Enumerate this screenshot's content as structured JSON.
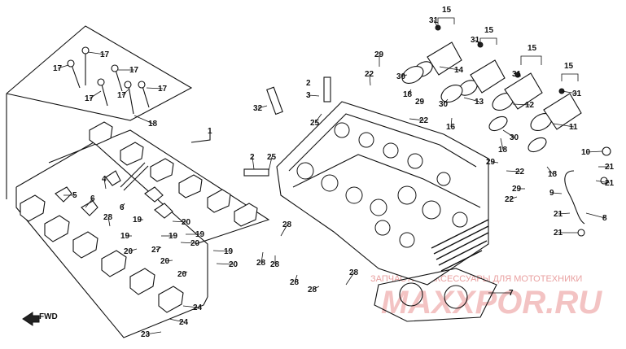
{
  "callouts": [
    {
      "id": "c15a",
      "text": "15"
    },
    {
      "id": "c31a",
      "text": "31"
    },
    {
      "id": "c15b",
      "text": "15"
    },
    {
      "id": "c31b",
      "text": "31"
    },
    {
      "id": "c15c",
      "text": "15"
    },
    {
      "id": "c31c",
      "text": "31"
    },
    {
      "id": "c15d",
      "text": "15"
    },
    {
      "id": "c31d",
      "text": "31"
    },
    {
      "id": "c14",
      "text": "14"
    },
    {
      "id": "c13",
      "text": "13"
    },
    {
      "id": "c12",
      "text": "12"
    },
    {
      "id": "c11",
      "text": "11"
    },
    {
      "id": "c29a",
      "text": "29"
    },
    {
      "id": "c30a",
      "text": "30"
    },
    {
      "id": "c18a",
      "text": "18"
    },
    {
      "id": "c30b",
      "text": "30"
    },
    {
      "id": "c16",
      "text": "16"
    },
    {
      "id": "c29b",
      "text": "29"
    },
    {
      "id": "c30c",
      "text": "30"
    },
    {
      "id": "c18b",
      "text": "18"
    },
    {
      "id": "c22a",
      "text": "22"
    },
    {
      "id": "c22b",
      "text": "22"
    },
    {
      "id": "c22c",
      "text": "22"
    },
    {
      "id": "c22d",
      "text": "22"
    },
    {
      "id": "c29c",
      "text": "29"
    },
    {
      "id": "c29d",
      "text": "29"
    },
    {
      "id": "c18c",
      "text": "18"
    },
    {
      "id": "c2a",
      "text": "2"
    },
    {
      "id": "c3",
      "text": "3"
    },
    {
      "id": "c25a",
      "text": "25"
    },
    {
      "id": "c32",
      "text": "32"
    },
    {
      "id": "c1",
      "text": "1"
    },
    {
      "id": "c17a",
      "text": "17"
    },
    {
      "id": "c17b",
      "text": "17"
    },
    {
      "id": "c17c",
      "text": "17"
    },
    {
      "id": "c17d",
      "text": "17"
    },
    {
      "id": "c17e",
      "text": "17"
    },
    {
      "id": "c17f",
      "text": "17"
    },
    {
      "id": "c18d",
      "text": "18"
    },
    {
      "id": "c2b",
      "text": "2"
    },
    {
      "id": "c25b",
      "text": "25"
    },
    {
      "id": "c4",
      "text": "4"
    },
    {
      "id": "c5",
      "text": "5"
    },
    {
      "id": "c6a",
      "text": "6"
    },
    {
      "id": "c6b",
      "text": "6"
    },
    {
      "id": "c28a",
      "text": "28"
    },
    {
      "id": "c19a",
      "text": "19"
    },
    {
      "id": "c19b",
      "text": "19"
    },
    {
      "id": "c19c",
      "text": "19"
    },
    {
      "id": "c19d",
      "text": "19"
    },
    {
      "id": "c19e",
      "text": "19"
    },
    {
      "id": "c20a",
      "text": "20"
    },
    {
      "id": "c20b",
      "text": "20"
    },
    {
      "id": "c20c",
      "text": "20"
    },
    {
      "id": "c20d",
      "text": "20"
    },
    {
      "id": "c20e",
      "text": "20"
    },
    {
      "id": "c20f",
      "text": "20"
    },
    {
      "id": "c27",
      "text": "27"
    },
    {
      "id": "c28b",
      "text": "28"
    },
    {
      "id": "c28c",
      "text": "28"
    },
    {
      "id": "c28d",
      "text": "28"
    },
    {
      "id": "c28e",
      "text": "28"
    },
    {
      "id": "c28f",
      "text": "28"
    },
    {
      "id": "c28g",
      "text": "28"
    },
    {
      "id": "c24a",
      "text": "24"
    },
    {
      "id": "c24b",
      "text": "24"
    },
    {
      "id": "c23",
      "text": "23"
    },
    {
      "id": "c7",
      "text": "7"
    },
    {
      "id": "c8",
      "text": "8"
    },
    {
      "id": "c9",
      "text": "9"
    },
    {
      "id": "c10",
      "text": "10"
    },
    {
      "id": "c21a",
      "text": "21"
    },
    {
      "id": "c21b",
      "text": "21"
    },
    {
      "id": "c21c",
      "text": "21"
    },
    {
      "id": "c21d",
      "text": "21"
    }
  ],
  "fwd_label": "FWD",
  "watermark": {
    "line1": "ЗАПЧАСТИ И АКСЕССУАРЫ ДЛЯ МОТОТЕХНИКИ",
    "line2": "MAXXPOR.RU"
  }
}
